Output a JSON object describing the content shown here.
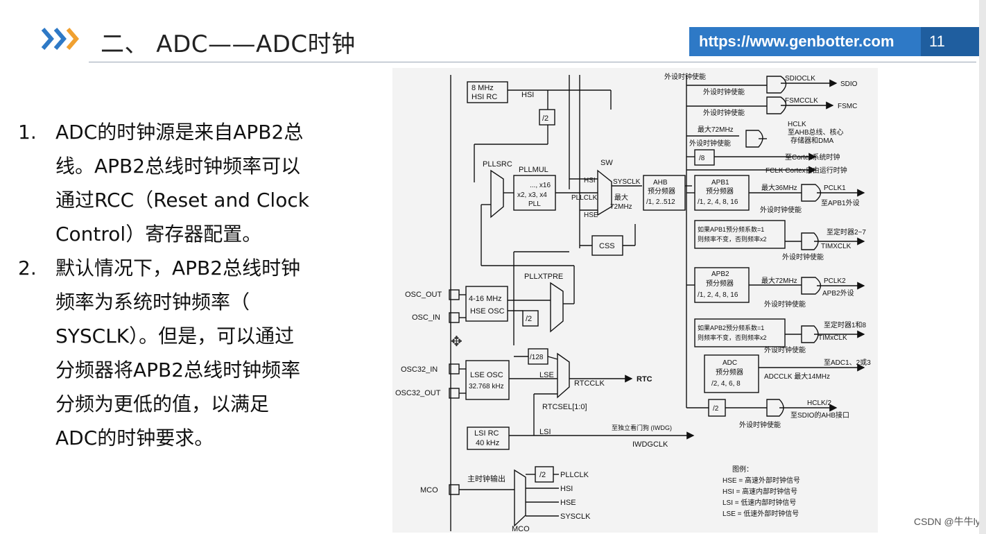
{
  "slide": {
    "title": "二、 ADC——ADC时钟",
    "url": "https://www.genbotter.com",
    "page_number": "11",
    "points": [
      {
        "num": "1.",
        "lines": [
          "ADC的时钟源是来自APB2总",
          "线。APB2总线时钟频率可以",
          "通过RCC（Reset and Clock",
          "Control）寄存器配置。"
        ]
      },
      {
        "num": "2.",
        "lines": [
          "默认情况下，APB2总线时钟",
          "频率为系统时钟频率（",
          "SYSCLK）。但是，可以通过",
          "分频器将APB2总线时钟频率",
          "分频为更低的值，以满足",
          "ADC的时钟要求。"
        ]
      }
    ],
    "watermark": "CSDN @牛牛ly",
    "colors": {
      "accent": "#2e79c6",
      "accent_dark": "#1f5e9f",
      "logo_orange": "#f0a030",
      "logo_blue": "#2e79c6"
    }
  },
  "diagram": {
    "hsi_rc": [
      "8 MHz",
      "HSI RC"
    ],
    "hsi": "HSI",
    "div2": "/2",
    "pllsrc": "PLLSRC",
    "pllmul": "PLLMUL",
    "pll_box": [
      "..., x16",
      "x2, x3, x4",
      "PLL"
    ],
    "sw": "SW",
    "sysclk": "SYSCLK",
    "pllclk": "PLLCLK",
    "hse": "HSE",
    "max72": [
      "最大",
      "72MHz"
    ],
    "css": "CSS",
    "ahb_box": [
      "AHB",
      "预分频器",
      "/1, 2..512"
    ],
    "pllxtpre": "PLLXTPRE",
    "osc_out": "OSC_OUT",
    "osc_in": "OSC_IN",
    "hse_osc": [
      "4-16 MHz",
      "HSE OSC"
    ],
    "osc32_in": "OSC32_IN",
    "osc32_out": "OSC32_OUT",
    "lse_osc": [
      "LSE OSC",
      "32.768 kHz"
    ],
    "lse": "LSE",
    "div128": "/128",
    "rtcclk": "RTCCLK",
    "rtc": "RTC",
    "rtcsel": "RTCSEL[1:0]",
    "lsi_rc": [
      "LSI RC",
      "40 kHz"
    ],
    "lsi": "LSI",
    "iwdg_note": "至独立看门狗 (IWDG)",
    "iwdgclk": "IWDGCLK",
    "mco_out": "主时钟输出",
    "mco": "MCO",
    "mco_div2": "/2",
    "mco_inputs": [
      "PLLCLK",
      "HSI",
      "HSE",
      "SYSCLK"
    ],
    "periph_enable": "外设时钟使能",
    "sdioclk": "SDIOCLK",
    "sdio": "SDIO",
    "fsmcclk": "FSMCCLK",
    "fsmc": "FSMC",
    "hclk": "HCLK",
    "hclk_dest": [
      "至AHB总线、核心",
      "存储器和DMA"
    ],
    "max72mhz": "最大72MHz",
    "div8": "/8",
    "cortex_timer": "至Cortex系统时钟",
    "fclk": "FCLK Cortex自由运行时钟",
    "apb1_box": [
      "APB1",
      "预分频器",
      "/1, 2, 4, 8, 16"
    ],
    "max36": "最大36MHz",
    "pclk1": "PCLK1",
    "pclk1_dest": "至APB1外设",
    "apb1_note": [
      "如果APB1预分频系数=1",
      "则频率不变，否则频率x2"
    ],
    "timer27": "至定时器2~7",
    "timxclk": "TIMXCLK",
    "apb2_box": [
      "APB2",
      "预分频器",
      "/1, 2, 4, 8, 16"
    ],
    "pclk2": "PCLK2",
    "pclk2_dest": "APB2外设",
    "apb2_note": [
      "如果APB2预分频系数=1",
      "则频率不变，否则频率x2"
    ],
    "timer18": "至定时器1和8",
    "tim_xclk": "TIMxCLK",
    "adc_box": [
      "ADC",
      "预分频器",
      "/2, 4, 6, 8"
    ],
    "adc_dest": "至ADC1、2或3",
    "adcclk": "ADCCLK  最大14MHz",
    "hclk2": "HCLK/2",
    "sdio_ahb": "至SDIO的AHB接口",
    "legend_title": "图例：",
    "legend": [
      "HSE = 高速外部时钟信号",
      "HSI = 高速内部时钟信号",
      "LSI = 低速内部时钟信号",
      "LSE = 低速外部时钟信号"
    ]
  }
}
